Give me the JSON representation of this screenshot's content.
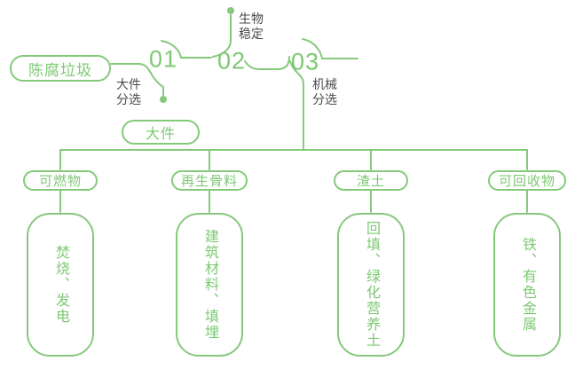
{
  "colors": {
    "green": "#85C97B",
    "text_green": "#7DC873",
    "dark": "#4A4A4A",
    "bg": "#FFFFFF"
  },
  "flow": {
    "source": "陈腐垃圾",
    "steps": [
      {
        "number": "01",
        "label": "大件分选",
        "output": "大件"
      },
      {
        "number": "02",
        "label": "生物稳定"
      },
      {
        "number": "03",
        "label": "机械分选"
      }
    ]
  },
  "outputs": [
    {
      "category": "可燃物",
      "detail": "焚烧、发电"
    },
    {
      "category": "再生骨料",
      "detail": "建筑材料、填埋"
    },
    {
      "category": "渣土",
      "detail": "回填、绿化营养土"
    },
    {
      "category": "可回收物",
      "detail": "铁、有色金属"
    }
  ]
}
